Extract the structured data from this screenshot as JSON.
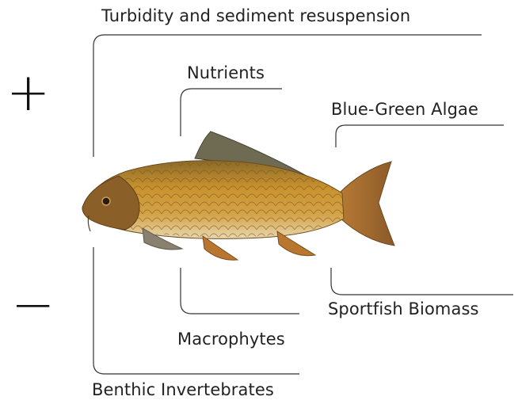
{
  "signs": {
    "plus": "+",
    "minus": "−"
  },
  "labels": {
    "turbidity": "Turbidity and sediment resuspension",
    "nutrients": "Nutrients",
    "algae": "Blue-Green Algae",
    "sportfish": "Sportfish Biomass",
    "macrophytes": "Macrophytes",
    "benthic": "Benthic Invertebrates"
  },
  "colors": {
    "line": "#333333",
    "fish_body": "#b8842a",
    "fish_fin": "#a06a2e",
    "fish_dorsal": "#6f6a52"
  }
}
